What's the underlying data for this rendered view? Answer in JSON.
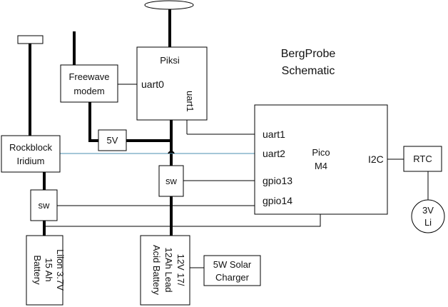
{
  "title": {
    "line1": "BergProbe",
    "line2": "Schematic"
  },
  "components": {
    "piksi": {
      "name": "Piksi",
      "port_uart0": "uart0",
      "port_uart1": "uart1"
    },
    "freewave": {
      "line1": "Freewave",
      "line2": "modem"
    },
    "regulator": {
      "label": "5V"
    },
    "rockblock": {
      "line1": "Rockblock",
      "line2": "Iridium"
    },
    "sw_left": {
      "label": "sw"
    },
    "sw_center": {
      "label": "sw"
    },
    "pico": {
      "name_line1": "Pico",
      "name_line2": "M4",
      "port_uart1": "uart1",
      "port_uart2": "uart2",
      "port_gpio13": "gpio13",
      "port_gpio14": "gpio14",
      "port_i2c": "I2C"
    },
    "rtc": {
      "label": "RTC"
    },
    "coin_cell": {
      "line1": "3V",
      "line2": "Li"
    },
    "liion_battery": {
      "line1": "Lilon 3.7V",
      "line2": "15 Ah",
      "line3": "Battery"
    },
    "lead_battery": {
      "line1": "12V 17/",
      "line2": "12Ah Lead",
      "line3": "Acid Battery"
    },
    "solar_charger": {
      "line1": "5W Solar",
      "line2": "Charger"
    }
  },
  "colors": {
    "stroke": "#000000",
    "data_line": "#4a8fb0",
    "background": "#ffffff"
  }
}
